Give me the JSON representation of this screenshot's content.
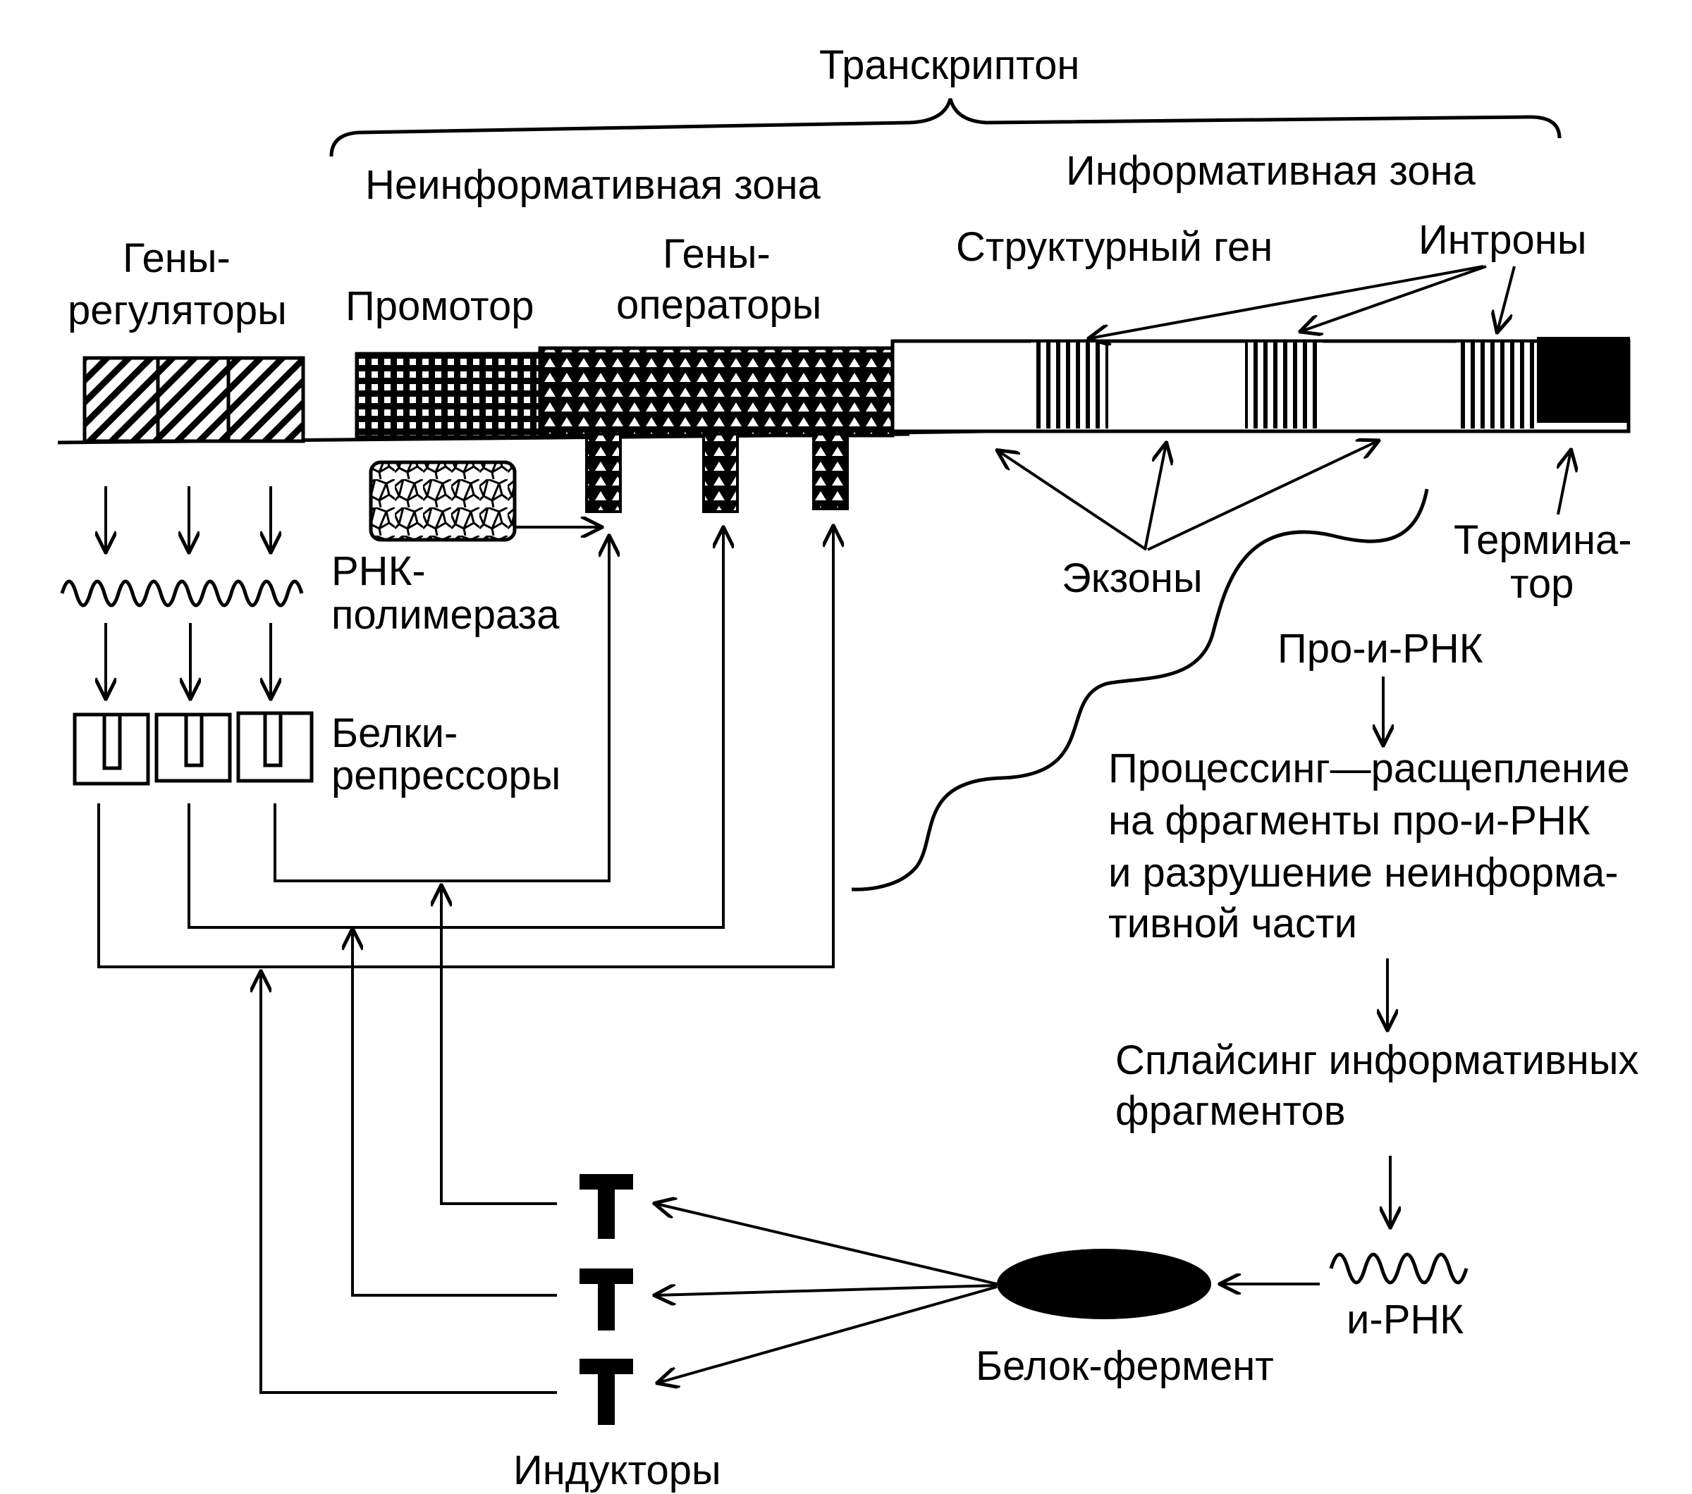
{
  "labels": {
    "transcripton": "Транскриптон",
    "noninformative_zone": "Неинформативная зона",
    "informative_zone": "Информативная зона",
    "regulator_genes_1": "Гены-",
    "regulator_genes_2": "регуляторы",
    "promoter": "Промотор",
    "operator_genes_1": "Гены-",
    "operator_genes_2": "операторы",
    "structural_gene": "Структурный ген",
    "introns": "Интроны",
    "rna_polymerase_1": "РНК-",
    "rna_polymerase_2": "полимераза",
    "exons": "Экзоны",
    "terminator_1": "Термина-",
    "terminator_2": "тор",
    "pro_mrna": "Про-и-РНК",
    "repressor_proteins_1": "Белки-",
    "repressor_proteins_2": "репрессоры",
    "processing_1": "Процессинг—расщепление",
    "processing_2": "на фрагменты про-и-РНК",
    "processing_3": "и разрушение неинформа-",
    "processing_4": "тивной части",
    "splicing_1": "Сплайсинг информативных",
    "splicing_2": "фрагментов",
    "mrna": "и-РНК",
    "enzyme_protein": "Белок-фермент",
    "inducers": "Индукторы"
  }
}
